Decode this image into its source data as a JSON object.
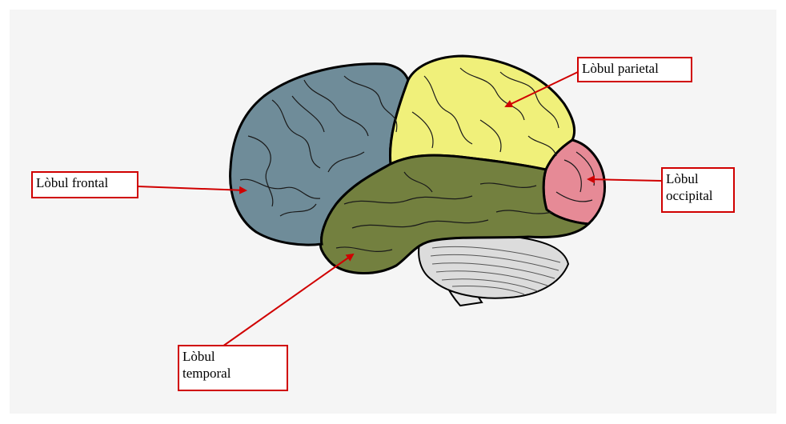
{
  "labels": {
    "parietal": "Lòbul parietal",
    "frontal": "Lòbul frontal",
    "occipital_line1": "Lòbul",
    "occipital_line2": "occipital",
    "temporal_line1": "Lòbul",
    "temporal_line2": "temporal"
  },
  "colors": {
    "frontal": "#6f8c99",
    "parietal": "#f0f07a",
    "temporal": "#73803f",
    "occipital": "#e68a96",
    "cerebellum": "#dcdcdc",
    "arrow": "#d00000",
    "outline": "#000000"
  }
}
